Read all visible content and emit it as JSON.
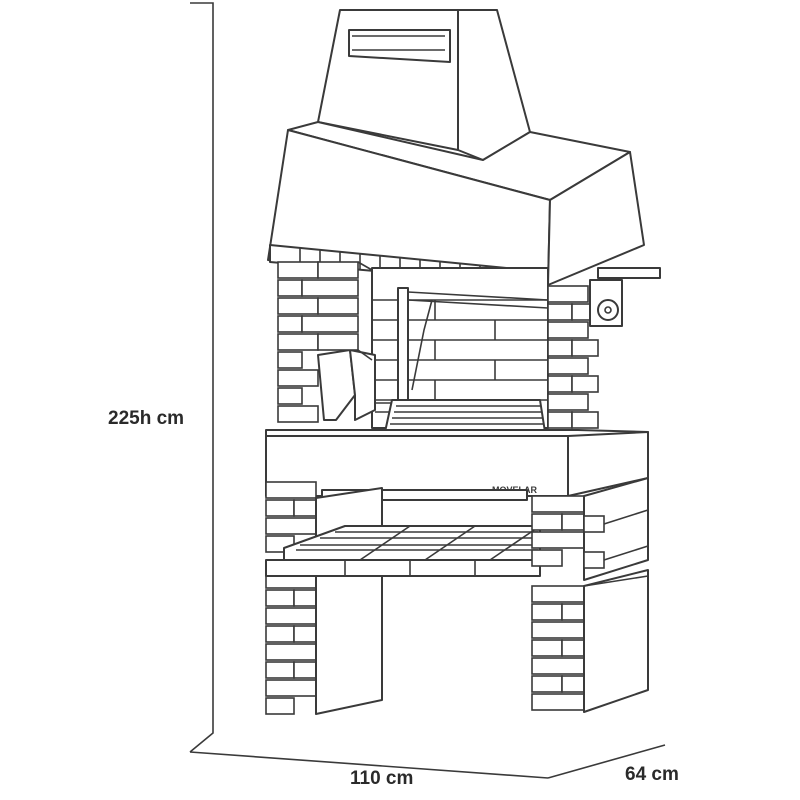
{
  "dimensions": {
    "height_label": "225h cm",
    "width_label": "110 cm",
    "depth_label": "64 cm"
  },
  "brand": {
    "logo_text": "MOVELAR"
  },
  "colors": {
    "line": "#3a3a3a",
    "fill": "#ffffff",
    "text": "#2a2a2a"
  }
}
